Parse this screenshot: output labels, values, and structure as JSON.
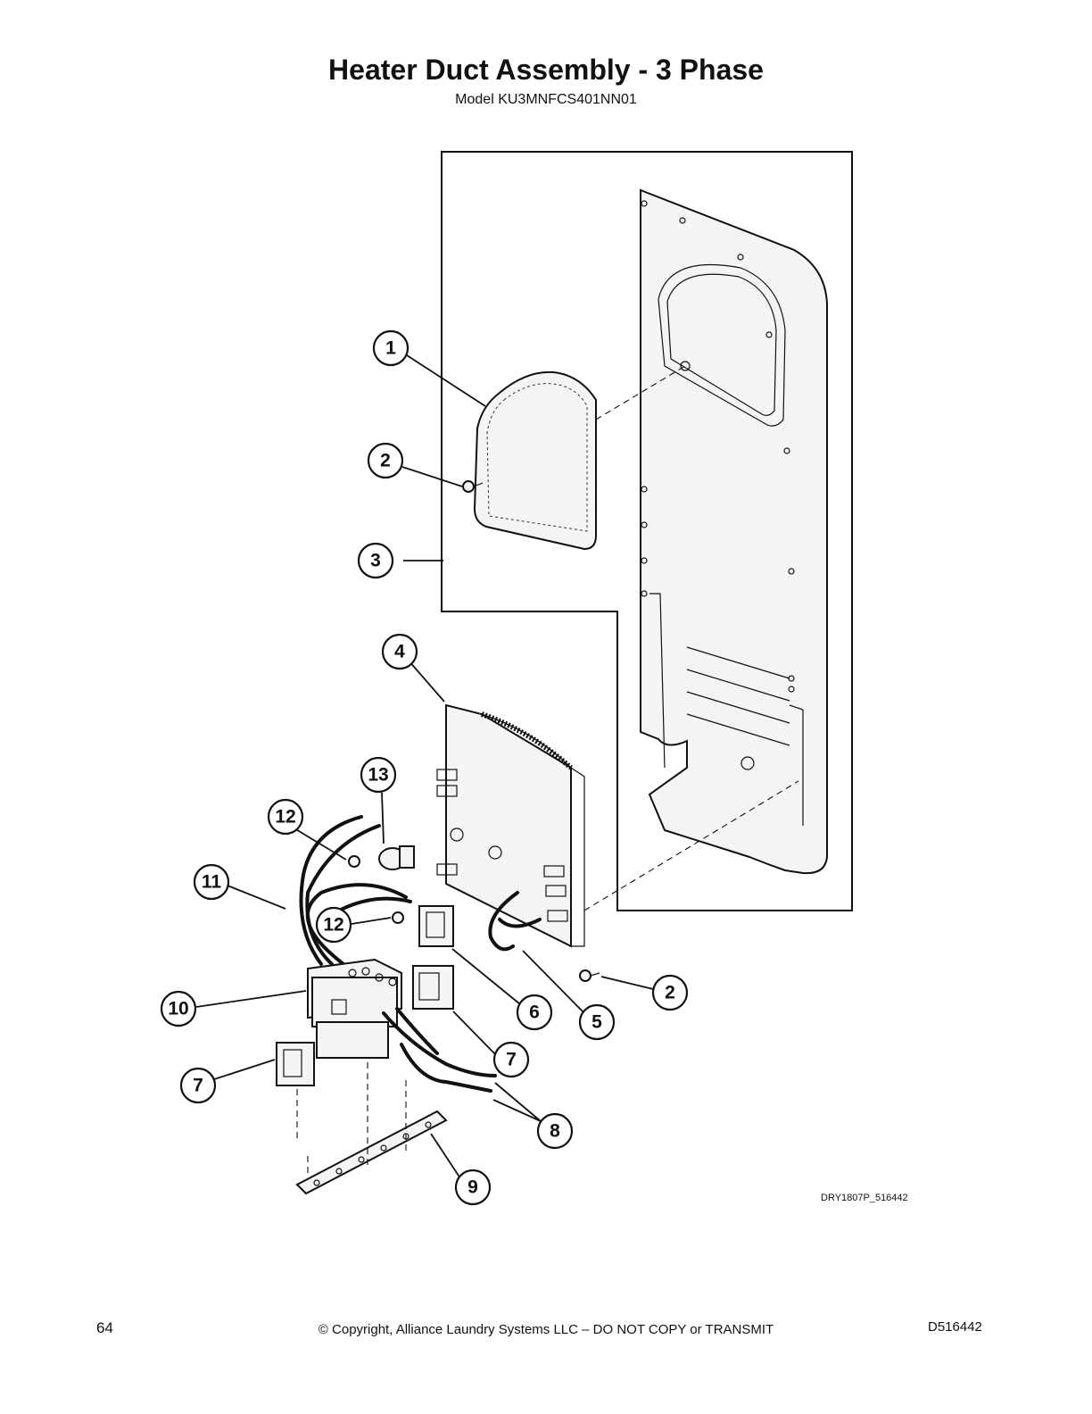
{
  "title": "Heater Duct Assembly - 3 Phase",
  "subtitle": "Model KU3MNFCS401NN01",
  "callouts": [
    {
      "label": "1"
    },
    {
      "label": "2"
    },
    {
      "label": "3"
    },
    {
      "label": "4"
    },
    {
      "label": "13"
    },
    {
      "label": "12"
    },
    {
      "label": "11"
    },
    {
      "label": "12"
    },
    {
      "label": "10"
    },
    {
      "label": "6"
    },
    {
      "label": "5"
    },
    {
      "label": "2"
    },
    {
      "label": "7"
    },
    {
      "label": "7"
    },
    {
      "label": "8"
    },
    {
      "label": "9"
    }
  ],
  "drawing_ref": "DRY1807P_516442",
  "footer": {
    "page_number": "64",
    "copyright": "© Copyright, Alliance Laundry Systems LLC – DO NOT COPY or TRANSMIT",
    "doc_number": "D516442"
  }
}
